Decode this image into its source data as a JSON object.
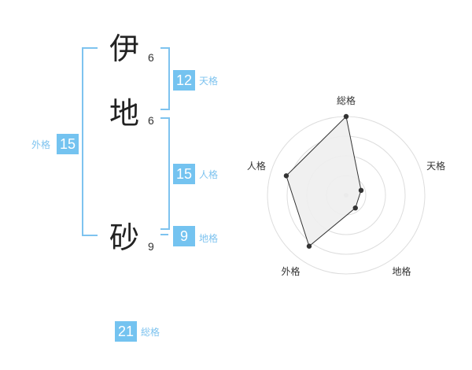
{
  "name": {
    "characters": [
      {
        "char": "伊",
        "strokes": "6"
      },
      {
        "char": "地",
        "strokes": "6"
      },
      {
        "char": "砂",
        "strokes": "9"
      }
    ]
  },
  "fortunes": {
    "tenkaku": {
      "value": "12",
      "label": "天格"
    },
    "jinkaku": {
      "value": "15",
      "label": "人格"
    },
    "chikaku": {
      "value": "9",
      "label": "地格"
    },
    "gaikaku": {
      "value": "15",
      "label": "外格"
    },
    "soukaku": {
      "value": "21",
      "label": "総格"
    }
  },
  "colors": {
    "accent": "#74c3f0",
    "bracket": "#7ec3ef",
    "text": "#222222"
  },
  "chart_data": {
    "type": "radar",
    "axes": [
      "総格",
      "天格",
      "地格",
      "外格",
      "人格"
    ],
    "values": [
      5,
      1,
      1,
      4,
      4
    ],
    "range": [
      0,
      5
    ],
    "rings": 4
  }
}
